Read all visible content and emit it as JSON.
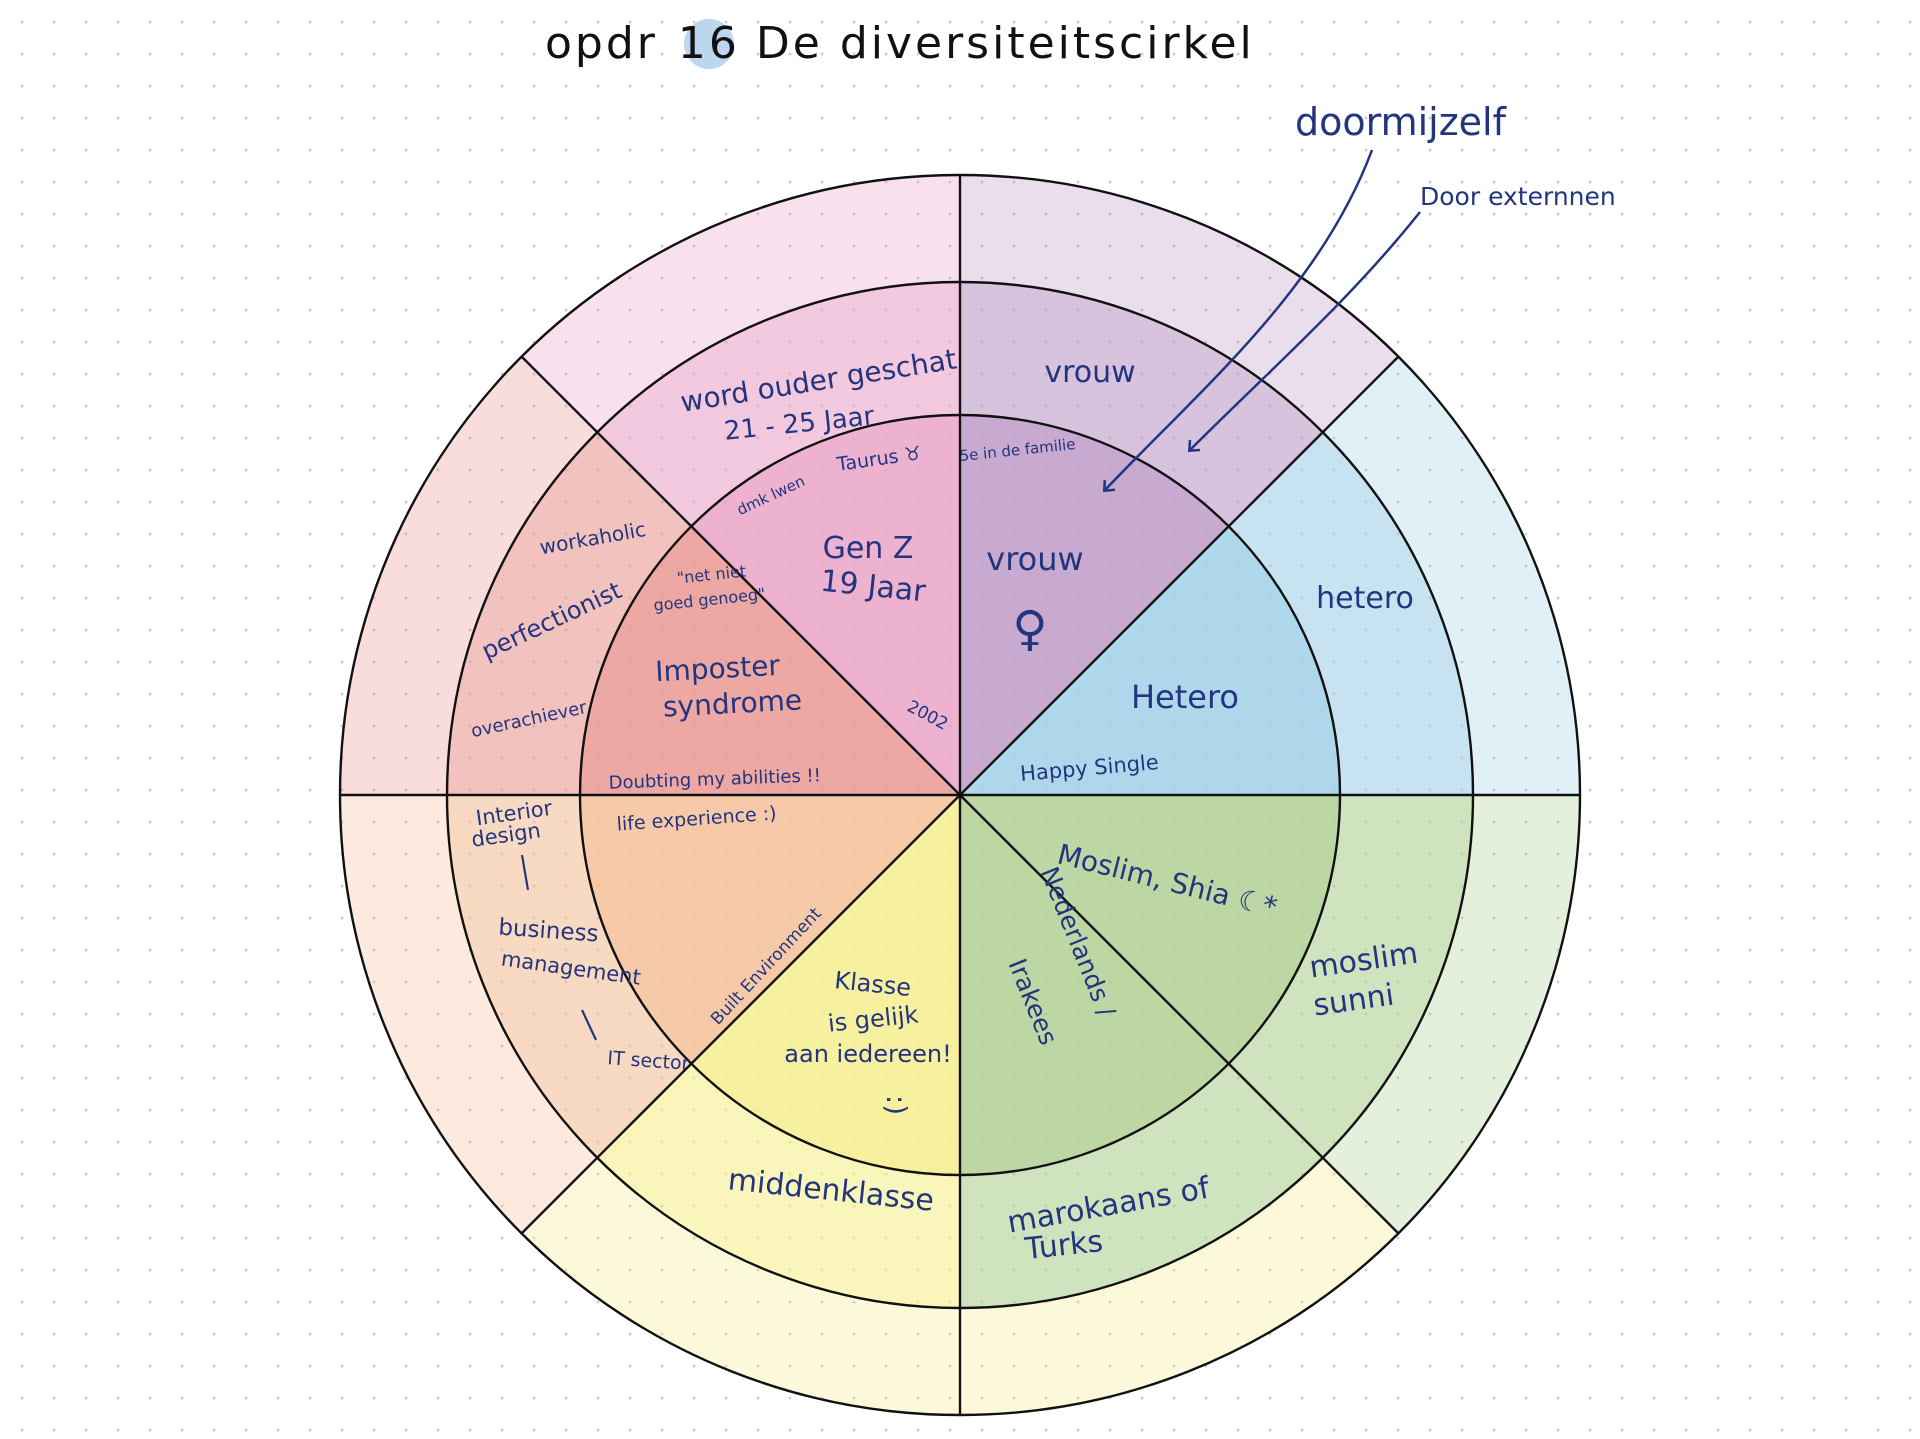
{
  "title": {
    "prefix": "opdr",
    "number": "16",
    "text": "De diversiteitscirkel"
  },
  "legend": {
    "self": "doormijzelf",
    "external": "Door externnen"
  },
  "colors": {
    "ink": "#22357e",
    "outline": "#111111",
    "segments": {
      "pink": "#e79cc3",
      "purple": "#b892c3",
      "blue": "#99cce6",
      "green": "#a9cc8a",
      "yellow": "#f4ec84",
      "orange": "#f3bb90",
      "red": "#e8908a"
    }
  },
  "wheel": {
    "age": {
      "outer": "word ouder geschat",
      "outer2": "21 - 25 Jaar",
      "astro": "Taurus ♉",
      "note": "dmk lwen",
      "inner": "Gen Z",
      "inner2": "19 Jaar",
      "year": "2002"
    },
    "gender": {
      "outer": "vrouw",
      "note": "5e in de familie",
      "inner": "vrouw",
      "symbol": "♀"
    },
    "orientation": {
      "outer": "hetero",
      "inner": "Hetero",
      "note": "Happy Single"
    },
    "religion": {
      "outer": "moslim",
      "outer2": "sunni",
      "inner": "Moslim, Shia ☾*"
    },
    "ethnicity": {
      "outer": "marokaans of",
      "outer2": "Turks",
      "inner": "Nederlands /",
      "inner2": "Irakees"
    },
    "class": {
      "outer": "middenklasse",
      "inner": "Klasse",
      "inner2": "is gelijk",
      "inner3": "aan iedereen!",
      "smile": ":)"
    },
    "work": {
      "outer": "Interior",
      "outer2": "design",
      "outer3": "business",
      "outer4": "management",
      "outer5": "IT sector",
      "inner": "life experience :)",
      "inner2": "Built Environment"
    },
    "personality": {
      "outer": "workaholic",
      "outer2": "perfectionist",
      "outer3": "overachiever",
      "quote": "\"net niet",
      "quote2": "goed genoeg\"",
      "inner": "Imposter",
      "inner2": "syndrome",
      "note": "Doubting my abilities !!"
    }
  }
}
